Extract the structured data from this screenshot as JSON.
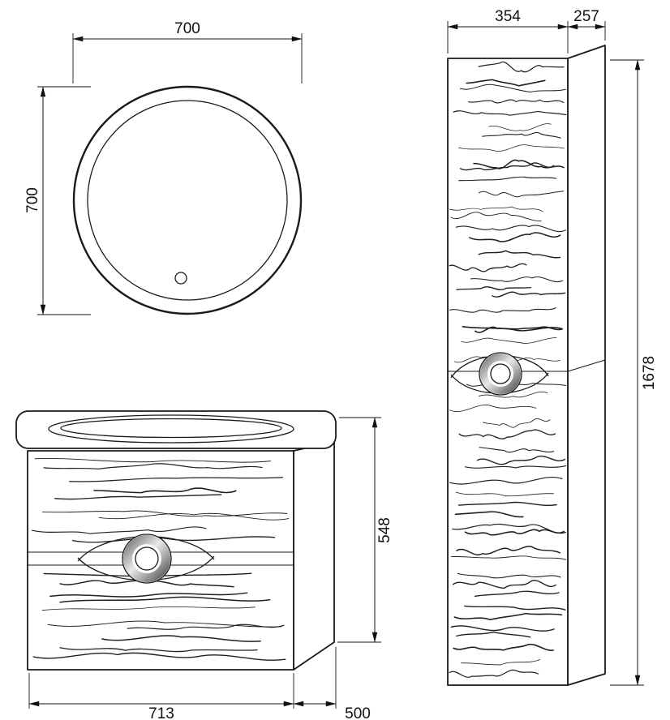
{
  "views": {
    "mirror": {
      "width_mm": "700",
      "height_mm": "700"
    },
    "tall_cabinet": {
      "width_mm": "354",
      "depth_mm": "257",
      "height_mm": "1678"
    },
    "vanity": {
      "width_mm": "713",
      "depth_mm": "500",
      "height_mm": "548"
    }
  }
}
